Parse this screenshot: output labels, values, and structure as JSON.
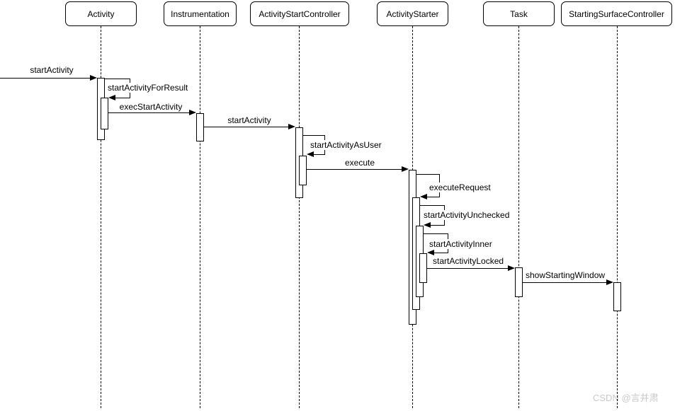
{
  "diagram_type": "uml-sequence-diagram",
  "participants": [
    {
      "label": "Activity"
    },
    {
      "label": "Instrumentation"
    },
    {
      "label": "ActivityStartController"
    },
    {
      "label": "ActivityStarter"
    },
    {
      "label": "Task"
    },
    {
      "label": "StartingSurfaceController"
    }
  ],
  "messages": [
    {
      "label": "startActivity",
      "from": "external",
      "to": "Activity",
      "type": "call"
    },
    {
      "label": "startActivityForResult",
      "from": "Activity",
      "to": "Activity",
      "type": "self-call"
    },
    {
      "label": "execStartActivity",
      "from": "Activity",
      "to": "Instrumentation",
      "type": "call"
    },
    {
      "label": "startActivity",
      "from": "Instrumentation",
      "to": "ActivityStartController",
      "type": "call"
    },
    {
      "label": "startActivityAsUser",
      "from": "ActivityStartController",
      "to": "ActivityStartController",
      "type": "self-call"
    },
    {
      "label": "execute",
      "from": "ActivityStartController",
      "to": "ActivityStarter",
      "type": "call"
    },
    {
      "label": "executeRequest",
      "from": "ActivityStarter",
      "to": "ActivityStarter",
      "type": "self-call"
    },
    {
      "label": "startActivityUnchecked",
      "from": "ActivityStarter",
      "to": "ActivityStarter",
      "type": "self-call"
    },
    {
      "label": "startActivityInner",
      "from": "ActivityStarter",
      "to": "ActivityStarter",
      "type": "self-call"
    },
    {
      "label": "startActivityLocked",
      "from": "ActivityStarter",
      "to": "Task",
      "type": "call"
    },
    {
      "label": "showStartingWindow",
      "from": "Task",
      "to": "StartingSurfaceController",
      "type": "call"
    }
  ],
  "watermark": {
    "text": "CSDN @言并肃"
  },
  "colors": {
    "line": "#000000",
    "background": "#ffffff",
    "shape_fill": "#ffffff",
    "watermark": "#c9c9c9"
  }
}
